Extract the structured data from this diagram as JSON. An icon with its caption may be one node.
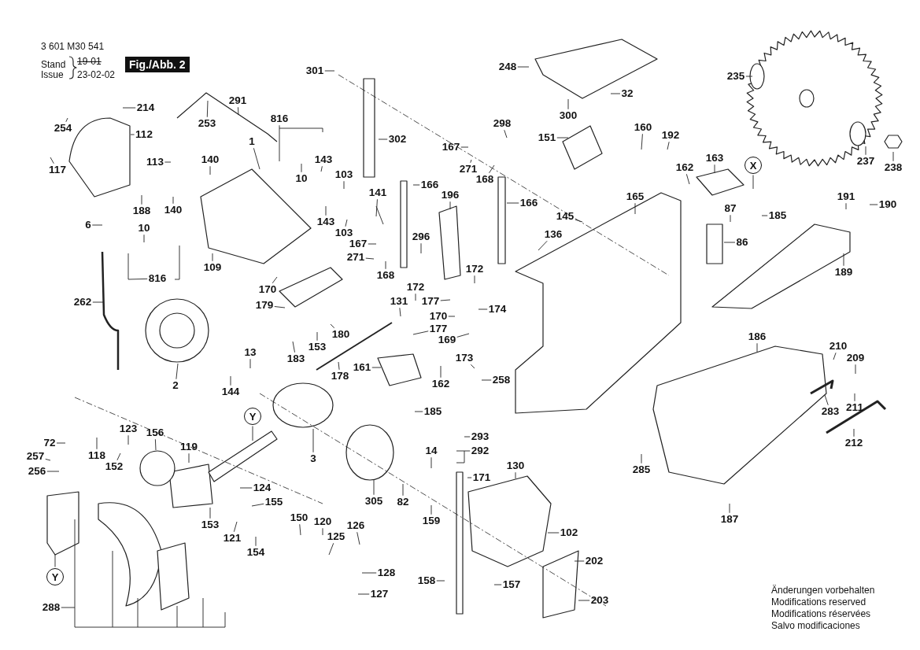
{
  "diagram": {
    "title": "Fig./Abb. 2",
    "nodes": [
      {
        "text": [
          "301"
        ]
      },
      {
        "text": [
          "248"
        ]
      },
      {
        "text": [
          "235"
        ]
      },
      {
        "text": [
          "32"
        ]
      },
      {
        "text": [
          "291"
        ]
      },
      {
        "text": [
          "214"
        ]
      },
      {
        "text": [
          "300"
        ]
      },
      {
        "text": [
          "816"
        ]
      },
      {
        "text": [
          "253"
        ]
      },
      {
        "text": [
          "298"
        ]
      },
      {
        "text": [
          "160"
        ]
      },
      {
        "text": [
          "254"
        ]
      },
      {
        "text": [
          "112"
        ]
      },
      {
        "text": [
          "192"
        ]
      },
      {
        "text": [
          "151"
        ]
      },
      {
        "text": [
          "302"
        ]
      },
      {
        "text": [
          "1"
        ]
      },
      {
        "text": [
          "167"
        ]
      },
      {
        "text": [
          "163"
        ]
      },
      {
        "text": [
          "140"
        ]
      },
      {
        "text": [
          "143"
        ]
      },
      {
        "text": [
          "113"
        ]
      },
      {
        "text": [
          "237"
        ]
      },
      {
        "text": [
          "X"
        ]
      },
      {
        "text": [
          "117"
        ]
      },
      {
        "text": [
          "162"
        ]
      },
      {
        "text": [
          "238"
        ]
      },
      {
        "text": [
          "271"
        ]
      },
      {
        "text": [
          "103"
        ]
      },
      {
        "text": [
          "10"
        ]
      },
      {
        "text": [
          "168"
        ]
      },
      {
        "text": [
          "166"
        ]
      },
      {
        "text": [
          "141"
        ]
      },
      {
        "text": [
          "196"
        ]
      },
      {
        "text": [
          "165"
        ]
      },
      {
        "text": [
          "191"
        ]
      },
      {
        "text": [
          "166"
        ]
      },
      {
        "text": [
          "190"
        ]
      },
      {
        "text": [
          "87"
        ]
      },
      {
        "text": [
          "140"
        ]
      },
      {
        "text": [
          "188"
        ]
      },
      {
        "text": [
          "185"
        ]
      },
      {
        "text": [
          "145"
        ]
      },
      {
        "text": [
          "143"
        ]
      },
      {
        "text": [
          "6"
        ]
      },
      {
        "text": [
          "10"
        ]
      },
      {
        "text": [
          "103"
        ]
      },
      {
        "text": [
          "136"
        ]
      },
      {
        "text": [
          "296"
        ]
      },
      {
        "text": [
          "86"
        ]
      },
      {
        "text": [
          "167"
        ]
      },
      {
        "text": [
          "271"
        ]
      },
      {
        "text": [
          "109"
        ]
      },
      {
        "text": [
          "172"
        ]
      },
      {
        "text": [
          "189"
        ]
      },
      {
        "text": [
          "168"
        ]
      },
      {
        "text": [
          "816"
        ]
      },
      {
        "text": [
          "172"
        ]
      },
      {
        "text": [
          "170"
        ]
      },
      {
        "text": [
          "131"
        ]
      },
      {
        "text": [
          "177"
        ]
      },
      {
        "text": [
          "262"
        ]
      },
      {
        "text": [
          "179"
        ]
      },
      {
        "text": [
          "174"
        ]
      },
      {
        "text": [
          "170"
        ]
      },
      {
        "text": [
          "177"
        ]
      },
      {
        "text": [
          "180"
        ]
      },
      {
        "text": [
          "186"
        ]
      },
      {
        "text": [
          "169"
        ]
      },
      {
        "text": [
          "210"
        ]
      },
      {
        "text": [
          "153"
        ]
      },
      {
        "text": [
          "13"
        ]
      },
      {
        "text": [
          "173"
        ]
      },
      {
        "text": [
          "209"
        ]
      },
      {
        "text": [
          "183"
        ]
      },
      {
        "text": [
          "161"
        ]
      },
      {
        "text": [
          "178"
        ]
      },
      {
        "text": [
          "258"
        ]
      },
      {
        "text": [
          "162"
        ]
      },
      {
        "text": [
          "2"
        ]
      },
      {
        "text": [
          "144"
        ]
      },
      {
        "text": [
          "211"
        ]
      },
      {
        "text": [
          "283"
        ]
      },
      {
        "text": [
          "185"
        ]
      },
      {
        "text": [
          "Y"
        ]
      },
      {
        "text": [
          "123"
        ]
      },
      {
        "text": [
          "156"
        ]
      },
      {
        "text": [
          "293"
        ]
      },
      {
        "text": [
          "72"
        ]
      },
      {
        "text": [
          "212"
        ]
      },
      {
        "text": [
          "119"
        ]
      },
      {
        "text": [
          "292"
        ]
      },
      {
        "text": [
          "118"
        ]
      },
      {
        "text": [
          "257"
        ]
      },
      {
        "text": [
          "3"
        ]
      },
      {
        "text": [
          "152"
        ]
      },
      {
        "text": [
          "14"
        ]
      },
      {
        "text": [
          "130"
        ]
      },
      {
        "text": [
          "256"
        ]
      },
      {
        "text": [
          "285"
        ]
      },
      {
        "text": [
          "171"
        ]
      },
      {
        "text": [
          "124"
        ]
      },
      {
        "text": [
          "305"
        ]
      },
      {
        "text": [
          "82"
        ]
      },
      {
        "text": [
          "155"
        ]
      },
      {
        "text": [
          "150"
        ]
      },
      {
        "text": [
          "187"
        ]
      },
      {
        "text": [
          "120"
        ]
      },
      {
        "text": [
          "159"
        ]
      },
      {
        "text": [
          "153"
        ]
      },
      {
        "text": [
          "126"
        ]
      },
      {
        "text": [
          "102"
        ]
      },
      {
        "text": [
          "125"
        ]
      },
      {
        "text": [
          "121"
        ]
      },
      {
        "text": [
          "154"
        ]
      },
      {
        "text": [
          "202"
        ]
      },
      {
        "text": [
          "128"
        ]
      },
      {
        "text": [
          "Y"
        ]
      },
      {
        "text": [
          "158"
        ]
      },
      {
        "text": [
          "157"
        ]
      },
      {
        "text": [
          "127"
        ]
      },
      {
        "text": [
          "203"
        ]
      },
      {
        "text": [
          "288"
        ]
      }
    ],
    "edges": [
      {
        "from": 0,
        "to": null,
        "arrow": "none"
      },
      {
        "from": 1,
        "to": null,
        "arrow": "none"
      },
      {
        "from": 2,
        "to": null,
        "arrow": "none"
      },
      {
        "from": 3,
        "to": null,
        "arrow": "none"
      },
      {
        "from": 4,
        "to": null,
        "arrow": "none"
      },
      {
        "from": 5,
        "to": null,
        "arrow": "none"
      },
      {
        "from": 6,
        "to": null,
        "arrow": "none"
      },
      {
        "from": 7,
        "to": null,
        "arrow": "none"
      },
      {
        "from": 8,
        "to": null,
        "arrow": "none"
      },
      {
        "from": 9,
        "to": null,
        "arrow": "none"
      },
      {
        "from": 10,
        "to": null,
        "arrow": "none"
      },
      {
        "from": 11,
        "to": null,
        "arrow": "none"
      },
      {
        "from": 12,
        "to": null,
        "arrow": "none"
      },
      {
        "from": 13,
        "to": null,
        "arrow": "none"
      },
      {
        "from": 14,
        "to": null,
        "arrow": "none"
      },
      {
        "from": 15,
        "to": null,
        "arrow": "none"
      },
      {
        "from": 16,
        "to": null,
        "arrow": "none"
      },
      {
        "from": 17,
        "to": null,
        "arrow": "none"
      },
      {
        "from": 18,
        "to": null,
        "arrow": "none"
      },
      {
        "from": 19,
        "to": null,
        "arrow": "none"
      },
      {
        "from": 20,
        "to": null,
        "arrow": "none"
      },
      {
        "from": 21,
        "to": null,
        "arrow": "none"
      },
      {
        "from": 22,
        "to": null,
        "arrow": "none"
      },
      {
        "from": 23,
        "to": null,
        "arrow": "none"
      },
      {
        "from": 24,
        "to": null,
        "arrow": "none"
      },
      {
        "from": 25,
        "to": null,
        "arrow": "none"
      },
      {
        "from": 26,
        "to": null,
        "arrow": "none"
      },
      {
        "from": 27,
        "to": null,
        "arrow": "none"
      },
      {
        "from": 28,
        "to": null,
        "arrow": "none"
      },
      {
        "from": 29,
        "to": null,
        "arrow": "none"
      },
      {
        "from": 30,
        "to": null,
        "arrow": "none"
      },
      {
        "from": 31,
        "to": null,
        "arrow": "none"
      },
      {
        "from": 32,
        "to": null,
        "arrow": "none"
      },
      {
        "from": 33,
        "to": null,
        "arrow": "none"
      },
      {
        "from": 34,
        "to": null,
        "arrow": "none"
      },
      {
        "from": 35,
        "to": null,
        "arrow": "none"
      },
      {
        "from": 36,
        "to": null,
        "arrow": "none"
      },
      {
        "from": 37,
        "to": null,
        "arrow": "none"
      },
      {
        "from": 38,
        "to": null,
        "arrow": "none"
      },
      {
        "from": 39,
        "to": null,
        "arrow": "none"
      },
      {
        "from": 40,
        "to": null,
        "arrow": "none"
      },
      {
        "from": 41,
        "to": null,
        "arrow": "none"
      },
      {
        "from": 42,
        "to": null,
        "arrow": "none"
      },
      {
        "from": 43,
        "to": null,
        "arrow": "none"
      },
      {
        "from": 44,
        "to": null,
        "arrow": "none"
      },
      {
        "from": 45,
        "to": null,
        "arrow": "none"
      },
      {
        "from": 46,
        "to": null,
        "arrow": "none"
      },
      {
        "from": 47,
        "to": null,
        "arrow": "none"
      },
      {
        "from": 48,
        "to": null,
        "arrow": "none"
      },
      {
        "from": 49,
        "to": null,
        "arrow": "none"
      },
      {
        "from": 50,
        "to": null,
        "arrow": "none"
      },
      {
        "from": 51,
        "to": null,
        "arrow": "none"
      },
      {
        "from": 52,
        "to": null,
        "arrow": "none"
      },
      {
        "from": 53,
        "to": null,
        "arrow": "none"
      },
      {
        "from": 54,
        "to": null,
        "arrow": "none"
      },
      {
        "from": 55,
        "to": null,
        "arrow": "none"
      },
      {
        "from": 56,
        "to": null,
        "arrow": "none"
      },
      {
        "from": 57,
        "to": null,
        "arrow": "none"
      },
      {
        "from": 58,
        "to": null,
        "arrow": "none"
      },
      {
        "from": 59,
        "to": null,
        "arrow": "none"
      },
      {
        "from": 60,
        "to": null,
        "arrow": "none"
      },
      {
        "from": 61,
        "to": null,
        "arrow": "none"
      },
      {
        "from": 62,
        "to": null,
        "arrow": "none"
      },
      {
        "from": 63,
        "to": null,
        "arrow": "none"
      },
      {
        "from": 64,
        "to": null,
        "arrow": "none"
      },
      {
        "from": 65,
        "to": null,
        "arrow": "none"
      },
      {
        "from": 66,
        "to": null,
        "arrow": "none"
      },
      {
        "from": 67,
        "to": null,
        "arrow": "none"
      },
      {
        "from": 68,
        "to": null,
        "arrow": "none"
      },
      {
        "from": 69,
        "to": null,
        "arrow": "none"
      },
      {
        "from": 70,
        "to": null,
        "arrow": "none"
      },
      {
        "from": 71,
        "to": null,
        "arrow": "none"
      },
      {
        "from": 72,
        "to": null,
        "arrow": "none"
      },
      {
        "from": 73,
        "to": null,
        "arrow": "none"
      },
      {
        "from": 74,
        "to": null,
        "arrow": "none"
      },
      {
        "from": 75,
        "to": null,
        "arrow": "none"
      },
      {
        "from": 76,
        "to": null,
        "arrow": "none"
      },
      {
        "from": 77,
        "to": null,
        "arrow": "none"
      },
      {
        "from": 78,
        "to": null,
        "arrow": "none"
      },
      {
        "from": 79,
        "to": null,
        "arrow": "none"
      },
      {
        "from": 80,
        "to": null,
        "arrow": "none"
      },
      {
        "from": 81,
        "to": null,
        "arrow": "none"
      },
      {
        "from": 82,
        "to": null,
        "arrow": "none"
      },
      {
        "from": 83,
        "to": null,
        "arrow": "none"
      },
      {
        "from": 84,
        "to": null,
        "arrow": "none"
      },
      {
        "from": 85,
        "to": null,
        "arrow": "none"
      },
      {
        "from": 86,
        "to": null,
        "arrow": "none"
      },
      {
        "from": 87,
        "to": null,
        "arrow": "none"
      },
      {
        "from": 88,
        "to": null,
        "arrow": "none"
      },
      {
        "from": 89,
        "to": null,
        "arrow": "none"
      },
      {
        "from": 90,
        "to": null,
        "arrow": "none"
      },
      {
        "from": 91,
        "to": null,
        "arrow": "none"
      },
      {
        "from": 92,
        "to": null,
        "arrow": "none"
      },
      {
        "from": 93,
        "to": null,
        "arrow": "none"
      },
      {
        "from": 94,
        "to": null,
        "arrow": "none"
      },
      {
        "from": 95,
        "to": null,
        "arrow": "none"
      },
      {
        "from": 96,
        "to": null,
        "arrow": "none"
      },
      {
        "from": 97,
        "to": null,
        "arrow": "none"
      },
      {
        "from": 98,
        "to": null,
        "arrow": "none"
      },
      {
        "from": 99,
        "to": null,
        "arrow": "none"
      },
      {
        "from": 100,
        "to": null,
        "arrow": "none"
      },
      {
        "from": 101,
        "to": null,
        "arrow": "none"
      },
      {
        "from": 102,
        "to": null,
        "arrow": "none"
      },
      {
        "from": 103,
        "to": null,
        "arrow": "none"
      },
      {
        "from": 104,
        "to": null,
        "arrow": "none"
      },
      {
        "from": 105,
        "to": null,
        "arrow": "none"
      },
      {
        "from": 106,
        "to": null,
        "arrow": "none"
      },
      {
        "from": 107,
        "to": null,
        "arrow": "none"
      },
      {
        "from": 108,
        "to": null,
        "arrow": "none"
      },
      {
        "from": 109,
        "to": null,
        "arrow": "none"
      },
      {
        "from": 110,
        "to": null,
        "arrow": "none"
      },
      {
        "from": 111,
        "to": null,
        "arrow": "none"
      },
      {
        "from": 112,
        "to": null,
        "arrow": "none"
      },
      {
        "from": 113,
        "to": null,
        "arrow": "none"
      },
      {
        "from": 114,
        "to": null,
        "arrow": "none"
      },
      {
        "from": 115,
        "to": null,
        "arrow": "none"
      },
      {
        "from": 116,
        "to": null,
        "arrow": "none"
      },
      {
        "from": 117,
        "to": null,
        "arrow": "none"
      },
      {
        "from": 118,
        "to": null,
        "arrow": "none"
      },
      {
        "from": 119,
        "to": null,
        "arrow": "none"
      },
      {
        "from": 120,
        "to": null,
        "arrow": "none"
      },
      {
        "from": 121,
        "to": null,
        "arrow": "none"
      },
      {
        "from": 122,
        "to": null,
        "arrow": "none"
      }
    ],
    "labels": [
      "3 601 M30 541",
      "Stand",
      "19-01",
      "Issue",
      "23-02-02",
      "Änderungen vorbehalten",
      "Modifications reserved",
      "Modifications réservées",
      "Salvo modificaciones"
    ]
  }
}
